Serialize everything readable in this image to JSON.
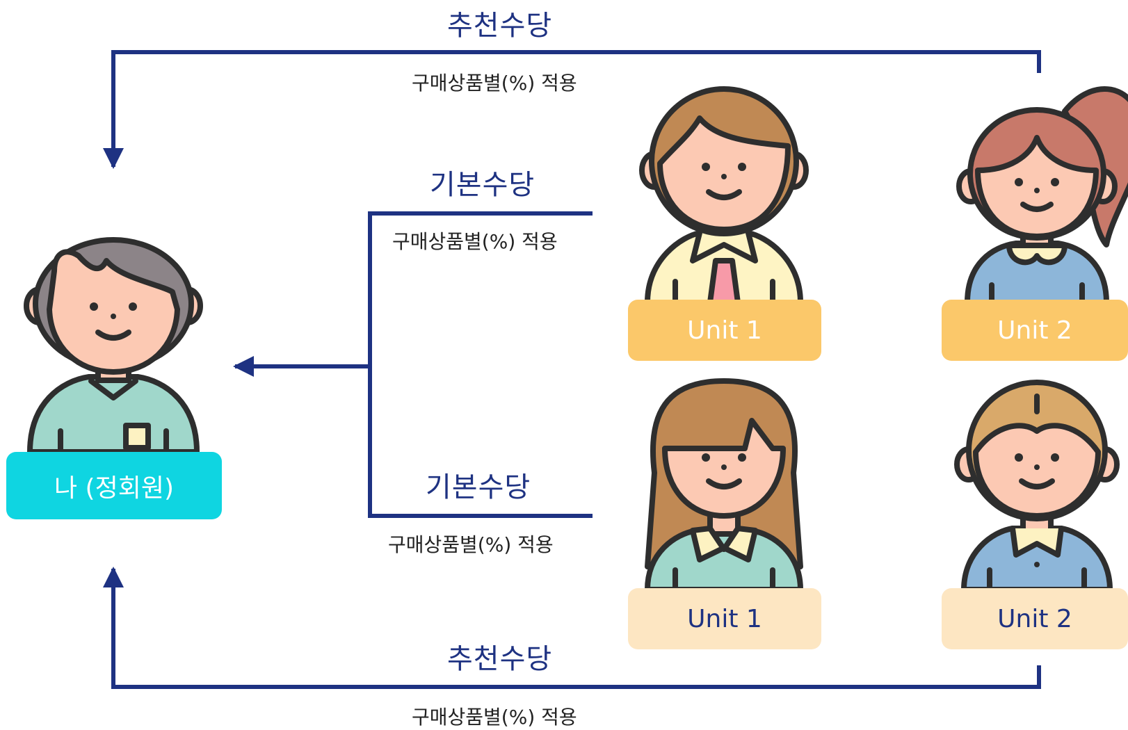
{
  "colors": {
    "line": "#1e3282",
    "me_card": "#0fd5e1",
    "unit_top_card": "#fbc86a",
    "unit_bottom_card": "#fde6c2",
    "outline": "#2e2e2e",
    "skin": "#fcc9b3"
  },
  "referral_top": {
    "title": "추천수당",
    "note": "구매상품별(%) 적용"
  },
  "referral_bottom": {
    "title": "추천수당",
    "note": "구매상품별(%) 적용"
  },
  "basic_top": {
    "title": "기본수당",
    "note": "구매상품별(%) 적용"
  },
  "basic_bottom": {
    "title": "기본수당",
    "note": "구매상품별(%) 적용"
  },
  "me": {
    "label": "나 (정회원)",
    "icon": "boy-gray-hair-avatar-icon"
  },
  "units": {
    "top_left": {
      "label": "Unit 1",
      "icon": "boy-tie-avatar-icon"
    },
    "top_right": {
      "label": "Unit 2",
      "icon": "girl-ponytail-avatar-icon"
    },
    "bottom_left": {
      "label": "Unit 1",
      "icon": "girl-long-hair-avatar-icon"
    },
    "bottom_right": {
      "label": "Unit 2",
      "icon": "boy-blonde-avatar-icon"
    }
  }
}
